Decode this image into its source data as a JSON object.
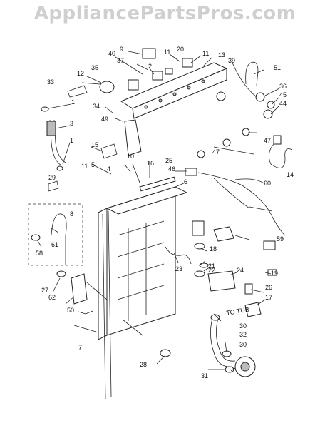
{
  "watermark": "AppliancePartsPros.com",
  "callouts": [
    "1",
    "2",
    "3",
    "1",
    "5",
    "6",
    "7",
    "8",
    "9",
    "10",
    "11",
    "11",
    "11",
    "12",
    "13",
    "14",
    "15",
    "16",
    "17",
    "18",
    "19",
    "20",
    "21",
    "22",
    "23",
    "24",
    "25",
    "26",
    "27",
    "28",
    "29",
    "30",
    "30",
    "31",
    "32",
    "33",
    "34",
    "35",
    "36",
    "37",
    "39",
    "40",
    "44",
    "45",
    "46",
    "47",
    "47",
    "49",
    "50",
    "51",
    "58",
    "59",
    "60",
    "61",
    "62",
    "4"
  ],
  "to_tub_label": "TO TUB"
}
